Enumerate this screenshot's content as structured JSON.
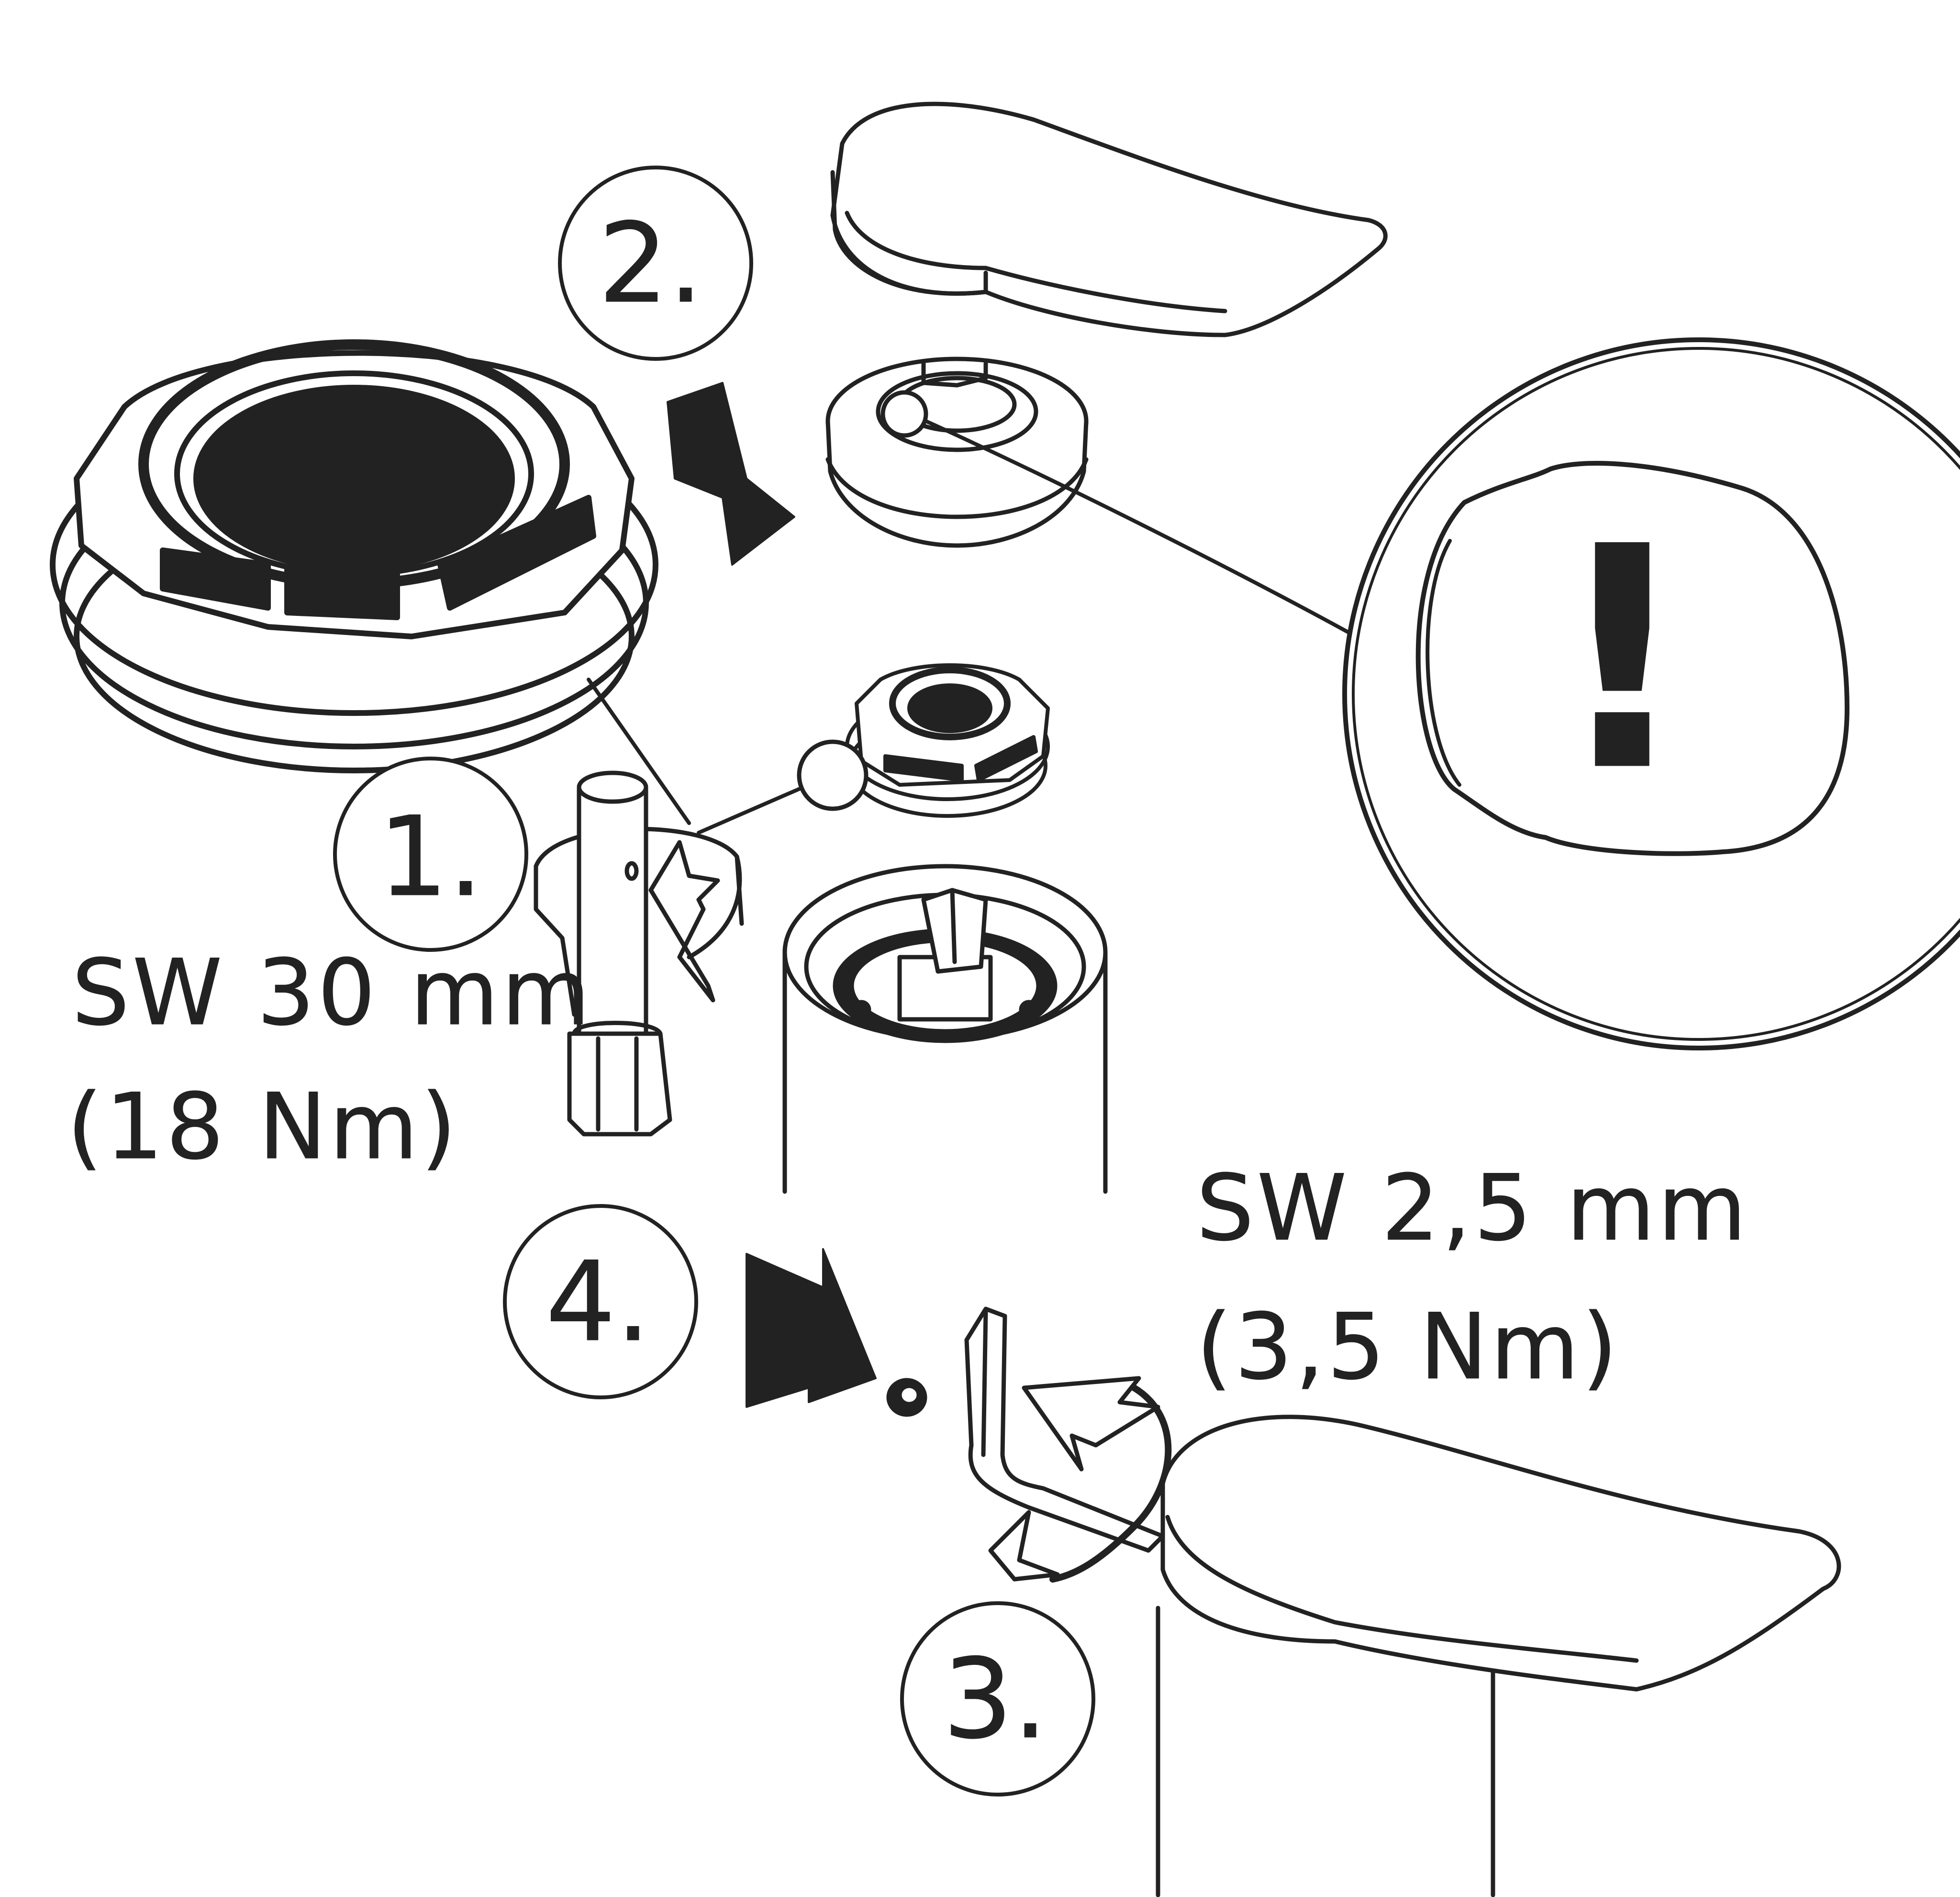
{
  "steps": {
    "s1": "1.",
    "s2": "2.",
    "s3": "3.",
    "s4": "4."
  },
  "labels": {
    "wrench_size": "SW 30 mm",
    "wrench_torque": "(18 Nm)",
    "hex_size": "SW 2,5 mm",
    "hex_torque": "(3,5 Nm)"
  },
  "callout": {
    "symbol": "!"
  },
  "colors": {
    "ink": "#222222",
    "paper": "#ffffff"
  }
}
